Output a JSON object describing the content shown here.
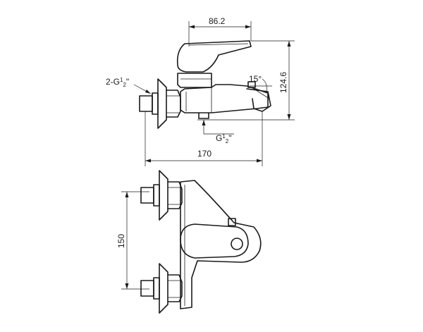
{
  "labels": {
    "handle_width": "86.2",
    "total_height": "124.6",
    "angle": "15°",
    "inlet_prefix": "2-G",
    "inlet_sup": "1",
    "inlet_sub": "2",
    "inlet_suffix": "\"",
    "outlet_prefix": "G",
    "outlet_sup": "1",
    "outlet_sub": "2",
    "outlet_suffix": "\"",
    "overall_length": "170",
    "inlet_spacing": "150"
  }
}
